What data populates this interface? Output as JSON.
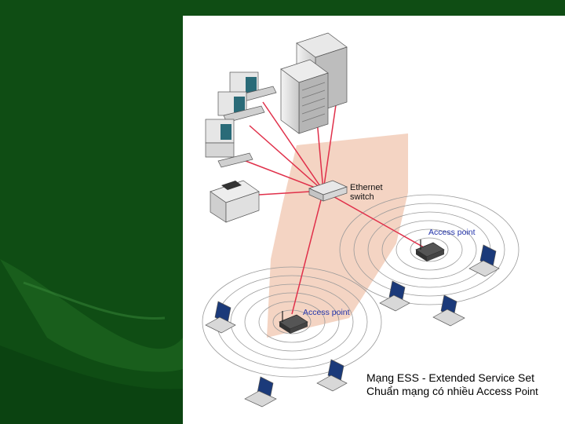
{
  "labels": {
    "switch_line1": "Ethernet",
    "switch_line2": "switch",
    "ap_top": "Access point",
    "ap_bottom": "Access point"
  },
  "caption": {
    "line1": "Mạng ESS - Extended Service Set",
    "line2": "Chuẩn mạng có nhiều Access",
    "line2_tail": "Point"
  },
  "colors": {
    "background_green": "#0f4d14",
    "panel": "#ffffff",
    "cable": "#e0304a",
    "coverage_beam": "#f2cdb8",
    "rings": "#9a9a9a"
  }
}
